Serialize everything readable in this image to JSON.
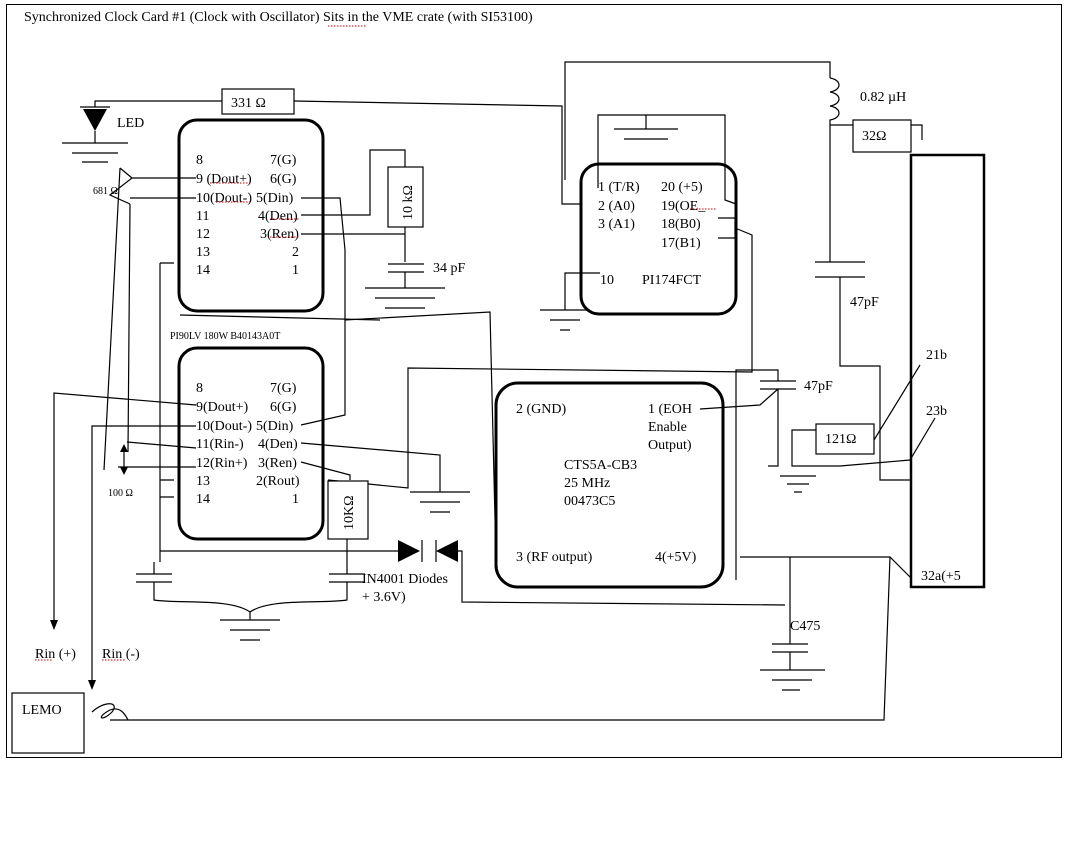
{
  "title": "Synchronized Clock Card #1 (Clock with Oscillator)  Sits in the VME crate (with SI53100)",
  "labels": {
    "led": "LED",
    "r331": "331 Ω",
    "r681": "681 Ω",
    "r10k": "10 kΩ",
    "c34": "34 pF",
    "ind": "0.82 µH",
    "r32": "32Ω",
    "c47a": "47pF",
    "c47b": "47pF",
    "r121": "121Ω",
    "pin21b": "21b",
    "pin23b": "23b",
    "pin32a": "32a(+5",
    "part_pi90": "PI90LV 180W  B40143A0T",
    "r100": "100 Ω",
    "r10k2": "10KΩ",
    "diodes": "IN4001 Diodes",
    "v36": "+ 3.6V)",
    "c475": "C475",
    "rinp": "Rin (+)",
    "rinm": "Rin (-)",
    "lemo": "LEMO"
  },
  "chip1": {
    "left": [
      "8",
      "9 (Dout+)",
      "10(Dout-)",
      "11",
      "12",
      "13",
      "14"
    ],
    "right": [
      "7(G)",
      "6(G)",
      "5(Din)",
      "4(Den)",
      "3(Ren)",
      "2",
      "1"
    ]
  },
  "chip2": {
    "left": [
      "8",
      "9(Dout+)",
      "10(Dout-)",
      "11(Rin-)",
      "12(Rin+)",
      "13",
      "14"
    ],
    "right": [
      "7(G)",
      "6(G)",
      "5(Din)",
      "4(Den)",
      "3(Ren)",
      "2(Rout)",
      "1"
    ]
  },
  "chip3": {
    "left": [
      "1 (T/R)",
      "2 (A0)",
      "3 (A1)"
    ],
    "right": [
      "20 (+5)",
      "19(OE_",
      "18(B0)",
      "17(B1)"
    ],
    "pin10": "10",
    "name": "PI174FCT"
  },
  "osc": {
    "gnd": "2 (GND)",
    "eoh": "1 (EOH",
    "enable": "Enable",
    "output": "Output)",
    "part1": "CTS5A-CB3",
    "part2": "25 MHz",
    "part3": "00473C5",
    "rf": "3 (RF output)",
    "vcc": "4(+5V)"
  }
}
